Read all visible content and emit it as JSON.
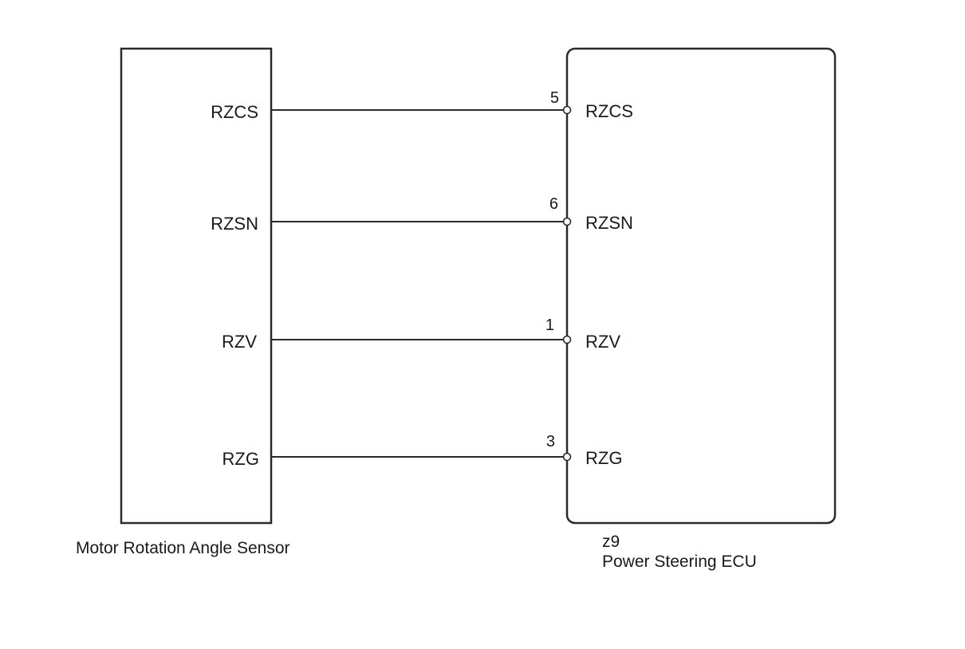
{
  "sensor": {
    "name": "Motor Rotation Angle Sensor",
    "terminals": [
      "RZCS",
      "RZSN",
      "RZV",
      "RZG"
    ]
  },
  "ecu": {
    "connector": "z9",
    "name": "Power Steering ECU",
    "terminals": [
      {
        "pin": "5",
        "label": "RZCS"
      },
      {
        "pin": "6",
        "label": "RZSN"
      },
      {
        "pin": "1",
        "label": "RZV"
      },
      {
        "pin": "3",
        "label": "RZG"
      }
    ]
  }
}
